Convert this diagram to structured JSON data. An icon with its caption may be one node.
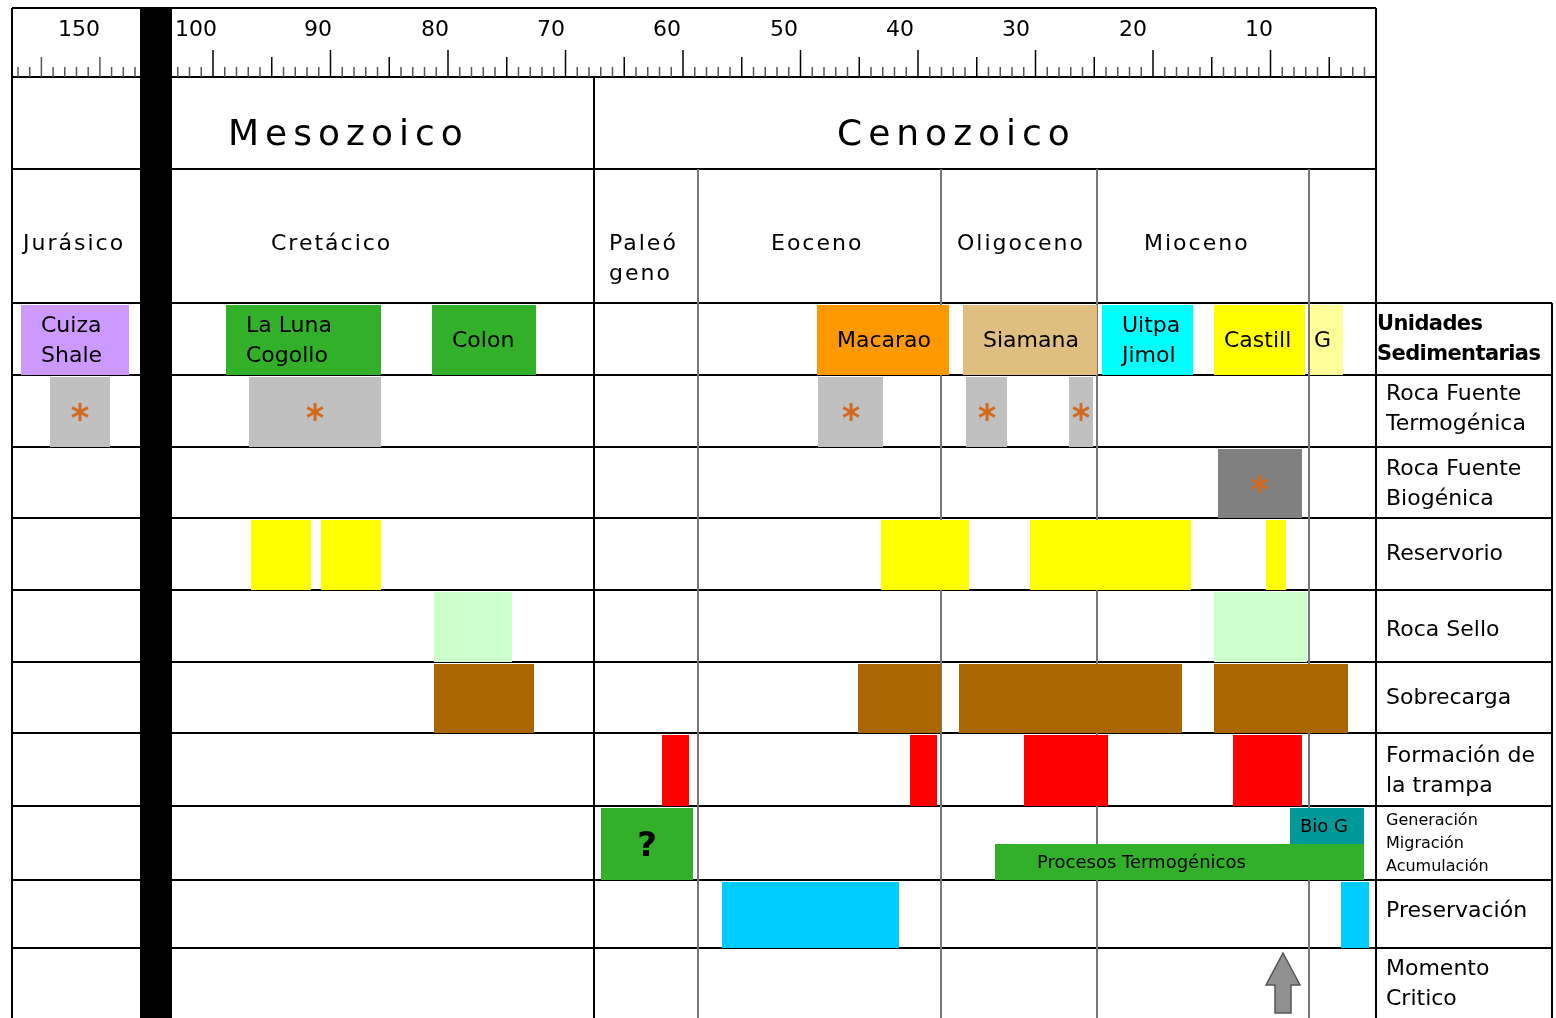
{
  "diagram": {
    "nodes": [
      {
        "text": [
          "Cuiza Shale"
        ]
      },
      {
        "text": [
          "La Luna Cogollo"
        ]
      },
      {
        "text": [
          "Colon"
        ]
      },
      {
        "text": [
          "Macarao"
        ]
      },
      {
        "text": [
          "Siamana"
        ]
      },
      {
        "text": [
          "Uitpa Jimol"
        ]
      },
      {
        "text": [
          "Castill"
        ]
      },
      {
        "text": [
          "G"
        ]
      },
      {
        "text": [],
        "shape": "bar"
      },
      {
        "text": [],
        "shape": "bar"
      },
      {
        "text": [],
        "shape": "bar"
      },
      {
        "text": [],
        "shape": "bar"
      },
      {
        "text": [],
        "shape": "bar"
      },
      {
        "text": [],
        "shape": "bar"
      },
      {
        "text": [],
        "shape": "bar"
      },
      {
        "text": [],
        "shape": "bar"
      },
      {
        "text": [],
        "shape": "bar"
      },
      {
        "text": [],
        "shape": "bar"
      },
      {
        "text": [],
        "shape": "bar"
      },
      {
        "text": [],
        "shape": "bar"
      },
      {
        "text": [],
        "shape": "bar"
      },
      {
        "text": [],
        "shape": "bar"
      },
      {
        "text": [],
        "shape": "bar"
      },
      {
        "text": [],
        "shape": "bar"
      },
      {
        "text": [],
        "shape": "bar"
      },
      {
        "text": [],
        "shape": "bar"
      },
      {
        "text": [],
        "shape": "bar"
      },
      {
        "text": [],
        "shape": "bar"
      },
      {
        "text": [],
        "shape": "bar"
      },
      {
        "text": [
          "?"
        ]
      },
      {
        "text": [
          "Bio G"
        ]
      },
      {
        "text": [
          "Procesos Termogénicos"
        ]
      },
      {
        "text": [],
        "shape": "bar"
      },
      {
        "text": [],
        "shape": "bar"
      }
    ],
    "labels": [
      "150",
      "100",
      "90",
      "80",
      "70",
      "60",
      "50",
      "40",
      "30",
      "20",
      "10",
      "Mesozoico",
      "Cenozoico",
      "Jurásico",
      "Cretácico",
      "Paleó geno",
      "Eoceno",
      "Oligoceno",
      "Mioceno",
      "Unidades Sedimentarias",
      "Roca Fuente Termogénica",
      "Roca Fuente Biogénica",
      "Reservorio",
      "Roca Sello",
      "Sobrecarga",
      "Formación de la trampa",
      "Generación Migración Acumulación",
      "Preservación",
      "Momento Critico"
    ]
  }
}
